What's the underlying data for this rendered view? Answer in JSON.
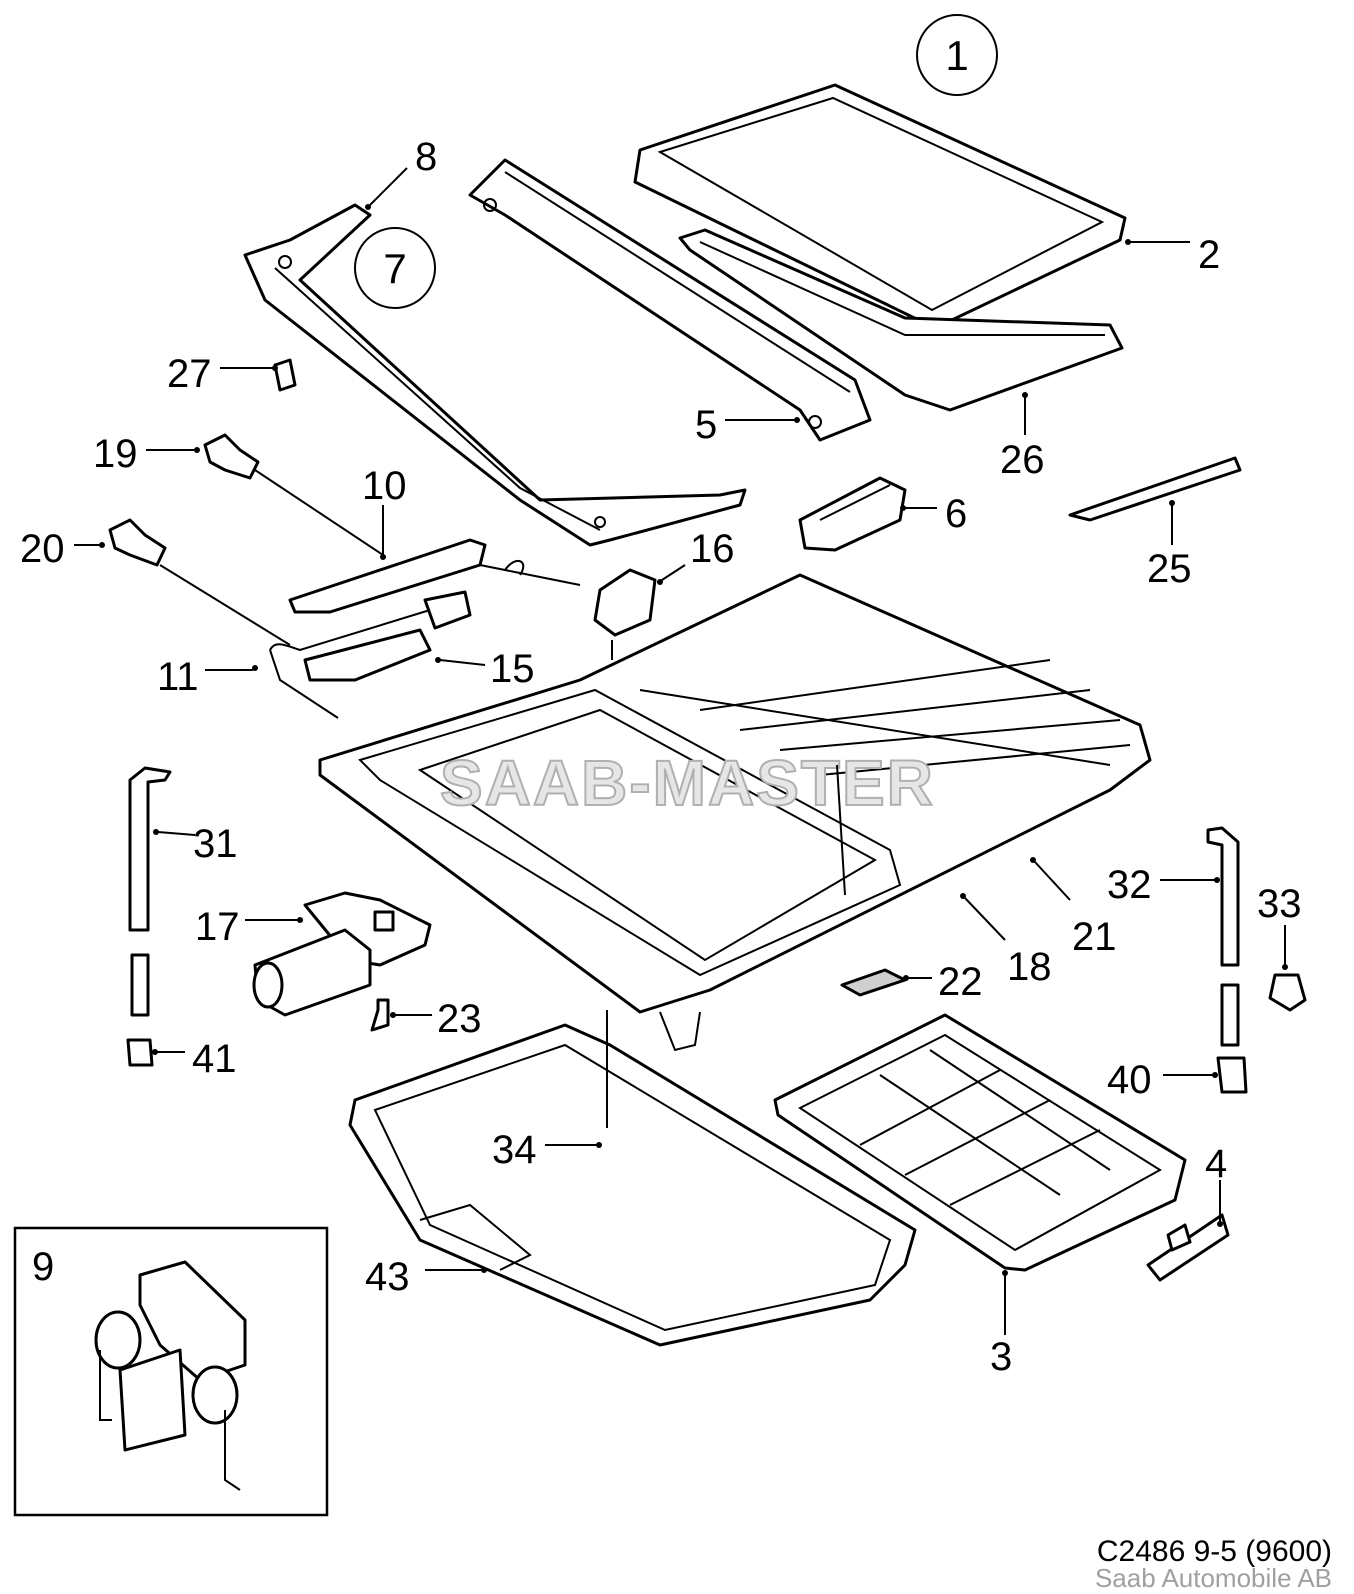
{
  "diagram": {
    "watermark": "SAAB-MASTER",
    "circled_labels": [
      "1",
      "7"
    ],
    "callouts": [
      "2",
      "3",
      "4",
      "5",
      "6",
      "8",
      "9",
      "10",
      "11",
      "15",
      "16",
      "17",
      "18",
      "19",
      "20",
      "21",
      "22",
      "23",
      "25",
      "26",
      "27",
      "31",
      "32",
      "33",
      "34",
      "40",
      "41",
      "43"
    ]
  },
  "footer": {
    "code": "C2486 9-5 (9600)",
    "brand": "Saab Automobile AB"
  }
}
